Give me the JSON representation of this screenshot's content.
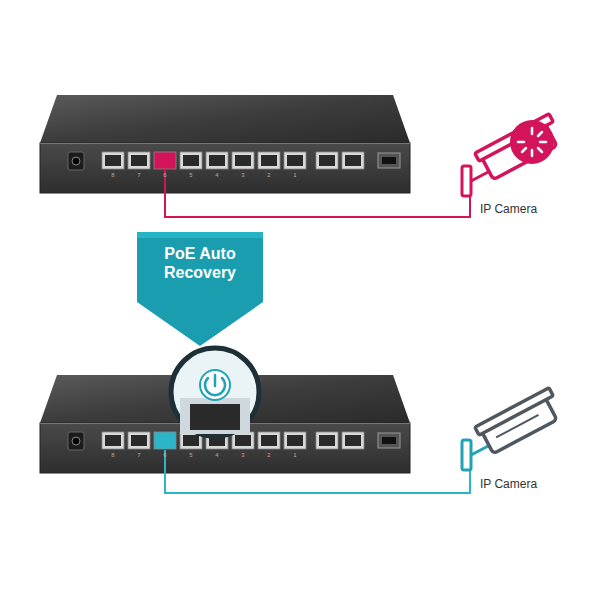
{
  "diagram": {
    "nodes": [
      {
        "text": [
          "PoE Auto Recovery"
        ]
      }
    ],
    "edges": [],
    "labels": [
      "8",
      "7",
      "6",
      "5",
      "4",
      "3",
      "2",
      "1",
      "IP Camera",
      "8",
      "7",
      "6",
      "5",
      "4",
      "3",
      "2",
      "1",
      "IP Camera"
    ]
  }
}
